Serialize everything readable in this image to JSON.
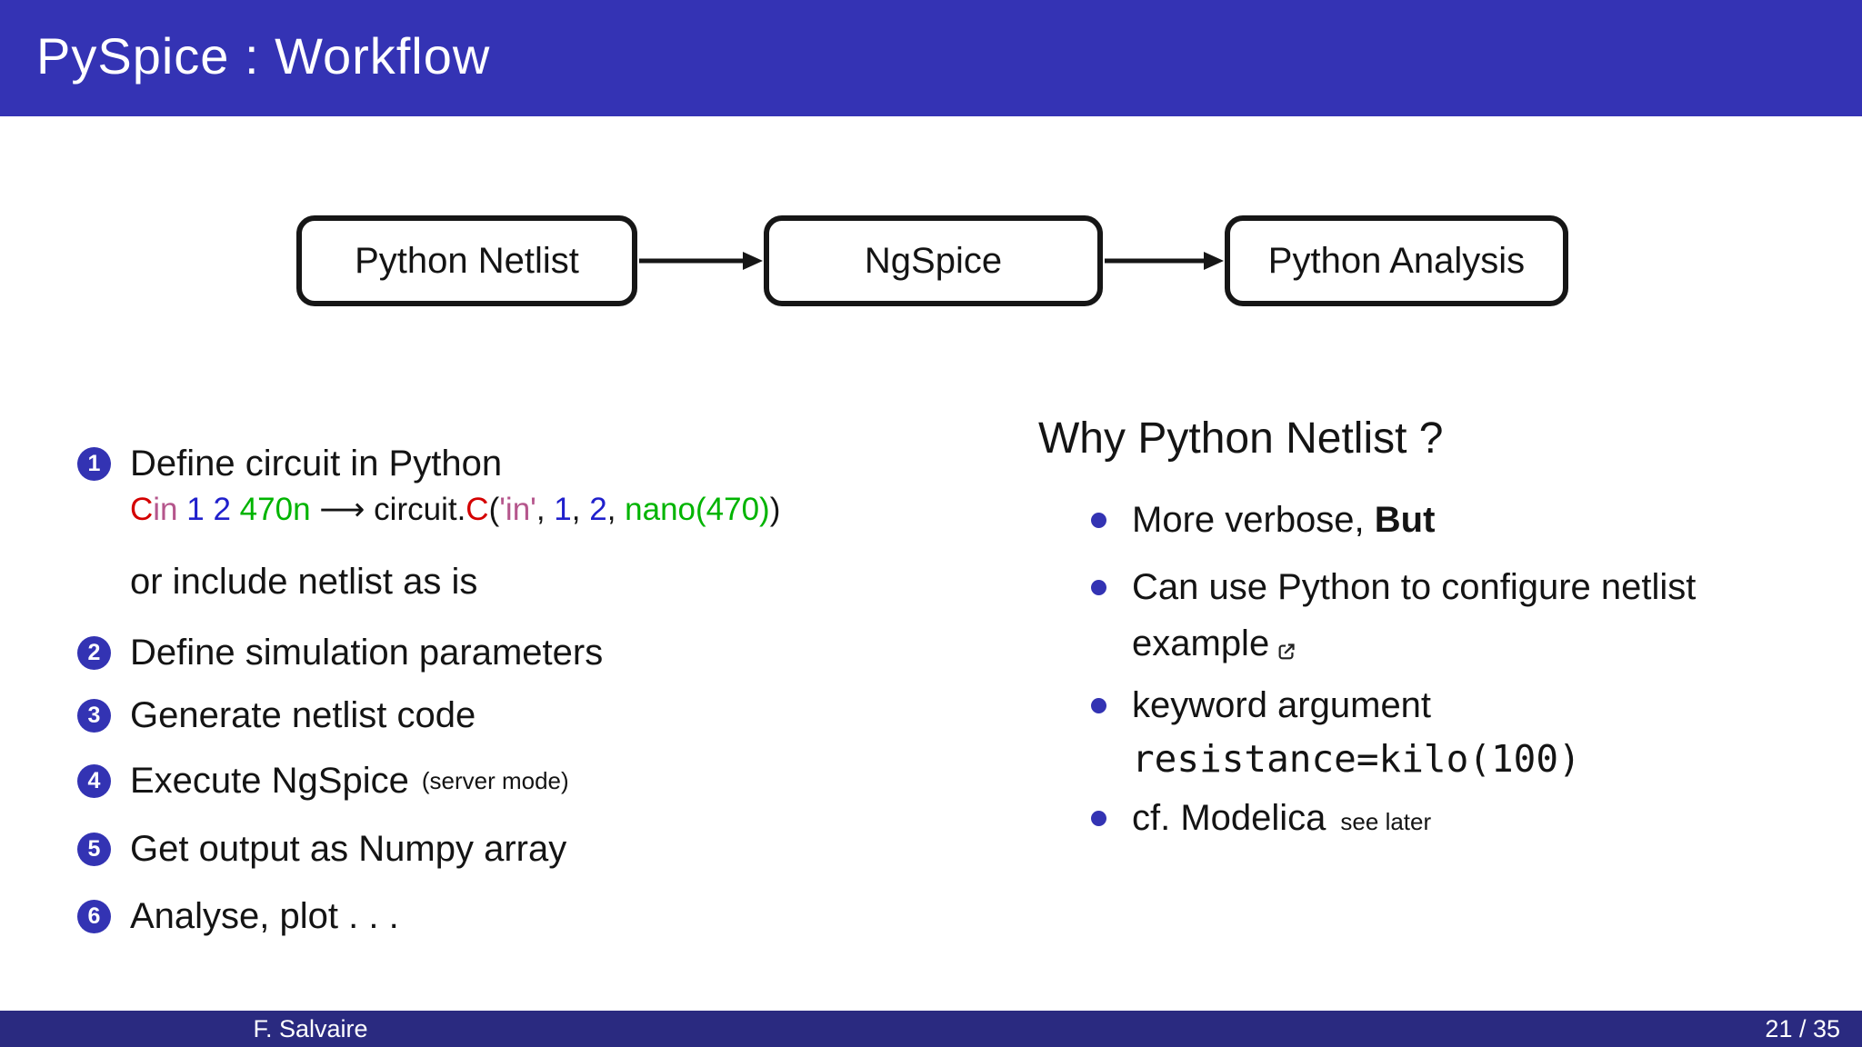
{
  "header": {
    "title": "PySpice : Workflow"
  },
  "flowchart": {
    "boxes": [
      {
        "label": "Python Netlist"
      },
      {
        "label": "NgSpice"
      },
      {
        "label": "Python Analysis"
      }
    ]
  },
  "steps": {
    "items": [
      {
        "num": "1",
        "label": "Define circuit in Python"
      },
      {
        "num": "2",
        "label": "Define simulation parameters"
      },
      {
        "num": "3",
        "label": "Generate netlist code"
      },
      {
        "num": "4",
        "label": "Execute NgSpice",
        "note": "(server mode)"
      },
      {
        "num": "5",
        "label": "Get output as Numpy array"
      },
      {
        "num": "6",
        "label": "Analyse, plot . . ."
      }
    ],
    "or_line": "or include netlist as is",
    "code": {
      "tokens": [
        {
          "text": "C",
          "color": "red"
        },
        {
          "text": "in",
          "color": "rose"
        },
        {
          "text": " ",
          "color": "plain"
        },
        {
          "text": "1",
          "color": "blue"
        },
        {
          "text": " ",
          "color": "plain"
        },
        {
          "text": "2",
          "color": "blue"
        },
        {
          "text": " ",
          "color": "plain"
        },
        {
          "text": "470n",
          "color": "green"
        },
        {
          "text": " ⟶ ",
          "color": "plain"
        },
        {
          "text": "circuit.",
          "color": "plain"
        },
        {
          "text": "C",
          "color": "red"
        },
        {
          "text": "(",
          "color": "plain"
        },
        {
          "text": "'in'",
          "color": "rose"
        },
        {
          "text": ", ",
          "color": "plain"
        },
        {
          "text": "1",
          "color": "blue"
        },
        {
          "text": ", ",
          "color": "plain"
        },
        {
          "text": "2",
          "color": "blue"
        },
        {
          "text": ", ",
          "color": "plain"
        },
        {
          "text": "nano(470)",
          "color": "green"
        },
        {
          "text": ")",
          "color": "plain"
        }
      ]
    }
  },
  "why": {
    "heading": "Why Python Netlist ?",
    "b1": {
      "pre": "More verbose, ",
      "bold": "But"
    },
    "b2": {
      "line1": "Can use Python to configure netlist",
      "link": "example"
    },
    "b3": {
      "line1": "keyword argument",
      "code": "resistance=kilo(100)"
    },
    "b4": {
      "text": "cf. Modelica",
      "note": "see later"
    }
  },
  "footer": {
    "author": "F. Salvaire",
    "page": "21 / 35"
  },
  "colors": {
    "header_bar": "#3433b4",
    "footer_bar": "#2a2a80",
    "accent_blue": "#3333b3",
    "code_red": "#d40000",
    "code_rose": "#b5568c",
    "code_blue": "#2020cc",
    "code_green": "#00b400"
  }
}
